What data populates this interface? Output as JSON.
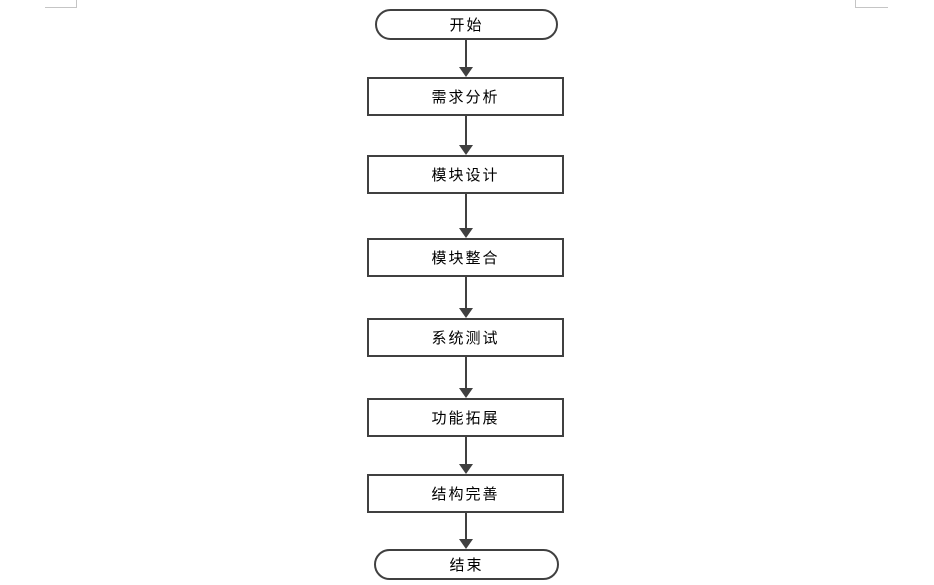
{
  "colors": {
    "background": "#ffffff",
    "stroke": "#404040",
    "text": "#000000",
    "crop_mark": "#c5c5c5"
  },
  "page": {
    "type": "document-page",
    "corner_marks": [
      "top-left",
      "top-right"
    ]
  },
  "flowchart": {
    "direction": "top-down",
    "nodes": [
      {
        "id": "start",
        "type": "terminator",
        "label": "开始"
      },
      {
        "id": "requirement-analysis",
        "type": "process",
        "label": "需求分析"
      },
      {
        "id": "module-design",
        "type": "process",
        "label": "模块设计"
      },
      {
        "id": "module-integration",
        "type": "process",
        "label": "模块整合"
      },
      {
        "id": "system-testing",
        "type": "process",
        "label": "系统测试"
      },
      {
        "id": "feature-expansion",
        "type": "process",
        "label": "功能拓展"
      },
      {
        "id": "structure-refinement",
        "type": "process",
        "label": "结构完善"
      },
      {
        "id": "end",
        "type": "terminator",
        "label": "结束"
      }
    ],
    "edges": [
      {
        "from": "start",
        "to": "requirement-analysis"
      },
      {
        "from": "requirement-analysis",
        "to": "module-design"
      },
      {
        "from": "module-design",
        "to": "module-integration"
      },
      {
        "from": "module-integration",
        "to": "system-testing"
      },
      {
        "from": "system-testing",
        "to": "feature-expansion"
      },
      {
        "from": "feature-expansion",
        "to": "structure-refinement"
      },
      {
        "from": "structure-refinement",
        "to": "end"
      }
    ]
  }
}
